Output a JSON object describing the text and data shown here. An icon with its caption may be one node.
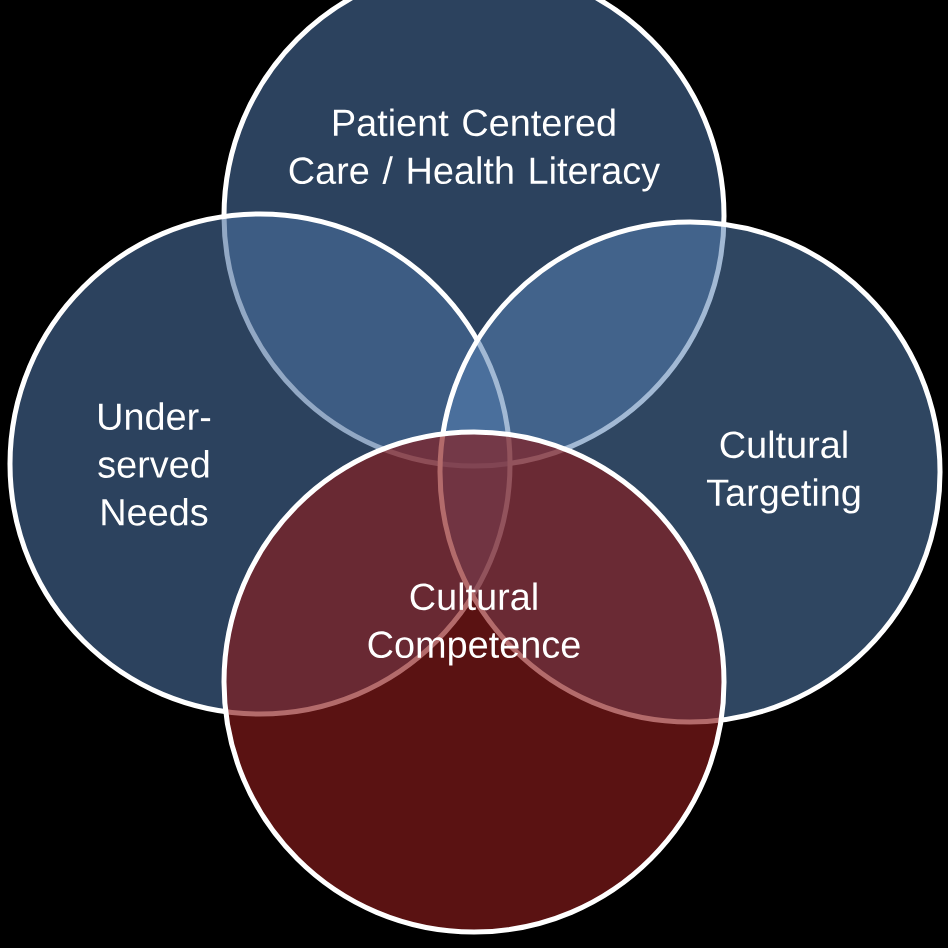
{
  "diagram": {
    "nodes": [
      {
        "text": [
          "Patient Centered Care / Health Literacy"
        ]
      },
      {
        "text": [
          "Under-served Needs"
        ]
      },
      {
        "text": [
          "Cultural Targeting"
        ]
      },
      {
        "text": [
          "Cultural Competence"
        ]
      }
    ]
  }
}
